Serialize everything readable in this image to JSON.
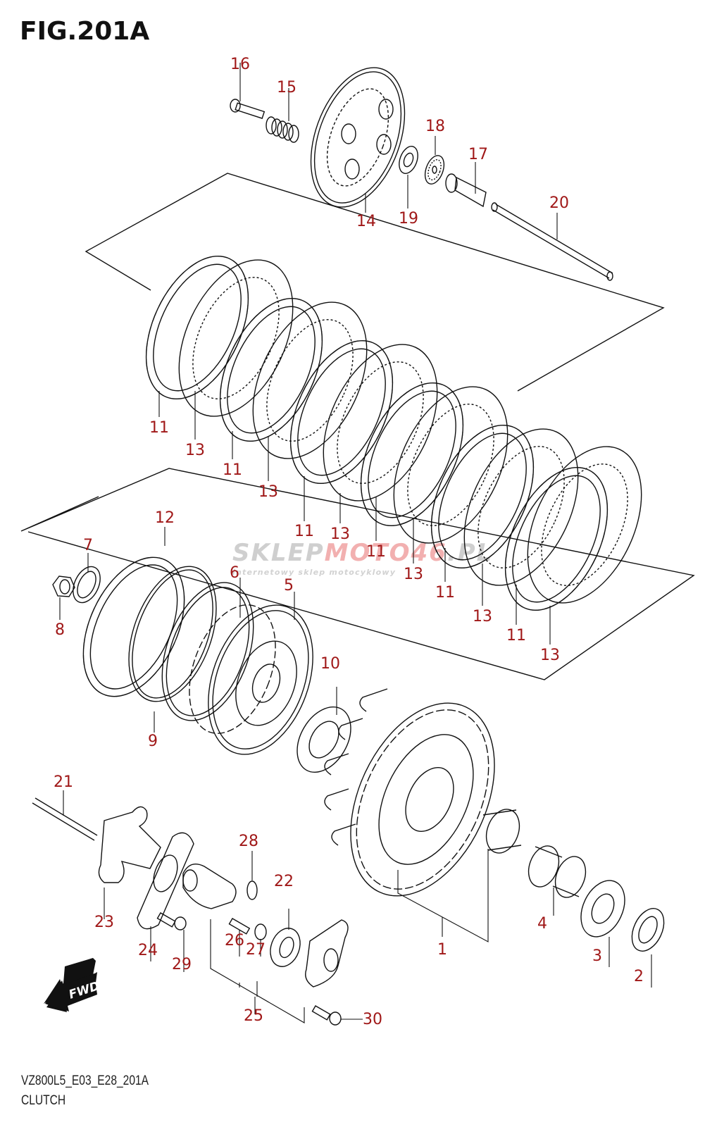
{
  "figure": {
    "title": "FIG.201A",
    "code": "VZ800L5_E03_E28_201A",
    "name": "CLUTCH"
  },
  "watermark": {
    "brand_gray": "SKLEP",
    "brand_red": "MOTO46",
    "brand_suffix": ".PL",
    "tagline": "internetowy sklep motocyklowy"
  },
  "direction_badge": {
    "label": "FWD",
    "icon": "arrow-down-left-icon"
  },
  "colors": {
    "label": "#a01818",
    "line": "#111111",
    "watermark_gray": "#cfcfcf",
    "watermark_red": "#f2b0b0"
  },
  "callouts": [
    {
      "id": "c16",
      "text": "16",
      "part": "bolt"
    },
    {
      "id": "c15",
      "text": "15",
      "part": "spring"
    },
    {
      "id": "c14",
      "text": "14",
      "part": "pressure-plate"
    },
    {
      "id": "c18",
      "text": "18",
      "part": "bearing"
    },
    {
      "id": "c17",
      "text": "17",
      "part": "push-piece"
    },
    {
      "id": "c19",
      "text": "19",
      "part": "washer"
    },
    {
      "id": "c20",
      "text": "20",
      "part": "push-rod"
    },
    {
      "id": "c11a",
      "text": "11",
      "part": "drive-plate"
    },
    {
      "id": "c13a",
      "text": "13",
      "part": "driven-plate"
    },
    {
      "id": "c11b",
      "text": "11",
      "part": "drive-plate"
    },
    {
      "id": "c13b",
      "text": "13",
      "part": "driven-plate"
    },
    {
      "id": "c11c",
      "text": "11",
      "part": "drive-plate"
    },
    {
      "id": "c13c",
      "text": "13",
      "part": "driven-plate"
    },
    {
      "id": "c11d",
      "text": "11",
      "part": "drive-plate"
    },
    {
      "id": "c13d",
      "text": "13",
      "part": "driven-plate"
    },
    {
      "id": "c11e",
      "text": "11",
      "part": "drive-plate"
    },
    {
      "id": "c13e",
      "text": "13",
      "part": "driven-plate"
    },
    {
      "id": "c11f",
      "text": "11",
      "part": "drive-plate"
    },
    {
      "id": "c13f",
      "text": "13",
      "part": "driven-plate"
    },
    {
      "id": "c12",
      "text": "12",
      "part": "drive-plate-no2"
    },
    {
      "id": "c7",
      "text": "7",
      "part": "washer"
    },
    {
      "id": "c8",
      "text": "8",
      "part": "nut"
    },
    {
      "id": "c6",
      "text": "6",
      "part": "spring-washer"
    },
    {
      "id": "c5",
      "text": "5",
      "part": "sleeve-hub"
    },
    {
      "id": "c9",
      "text": "9",
      "part": "spring-seat"
    },
    {
      "id": "c10",
      "text": "10",
      "part": "thrust-washer"
    },
    {
      "id": "c21",
      "text": "21",
      "part": "pin"
    },
    {
      "id": "c23",
      "text": "23",
      "part": "bracket"
    },
    {
      "id": "c24",
      "text": "24",
      "part": "gasket"
    },
    {
      "id": "c28",
      "text": "28",
      "part": "spring"
    },
    {
      "id": "c22",
      "text": "22",
      "part": "oil-seal"
    },
    {
      "id": "c29",
      "text": "29",
      "part": "bolt"
    },
    {
      "id": "c26",
      "text": "26",
      "part": "screw"
    },
    {
      "id": "c27",
      "text": "27",
      "part": "nut"
    },
    {
      "id": "c25",
      "text": "25",
      "part": "release-assy"
    },
    {
      "id": "c30",
      "text": "30",
      "part": "bolt"
    },
    {
      "id": "c1",
      "text": "1",
      "part": "primary-driven-gear-assy"
    },
    {
      "id": "c4",
      "text": "4",
      "part": "needle-bearing"
    },
    {
      "id": "c3",
      "text": "3",
      "part": "washer"
    },
    {
      "id": "c2",
      "text": "2",
      "part": "washer"
    }
  ]
}
